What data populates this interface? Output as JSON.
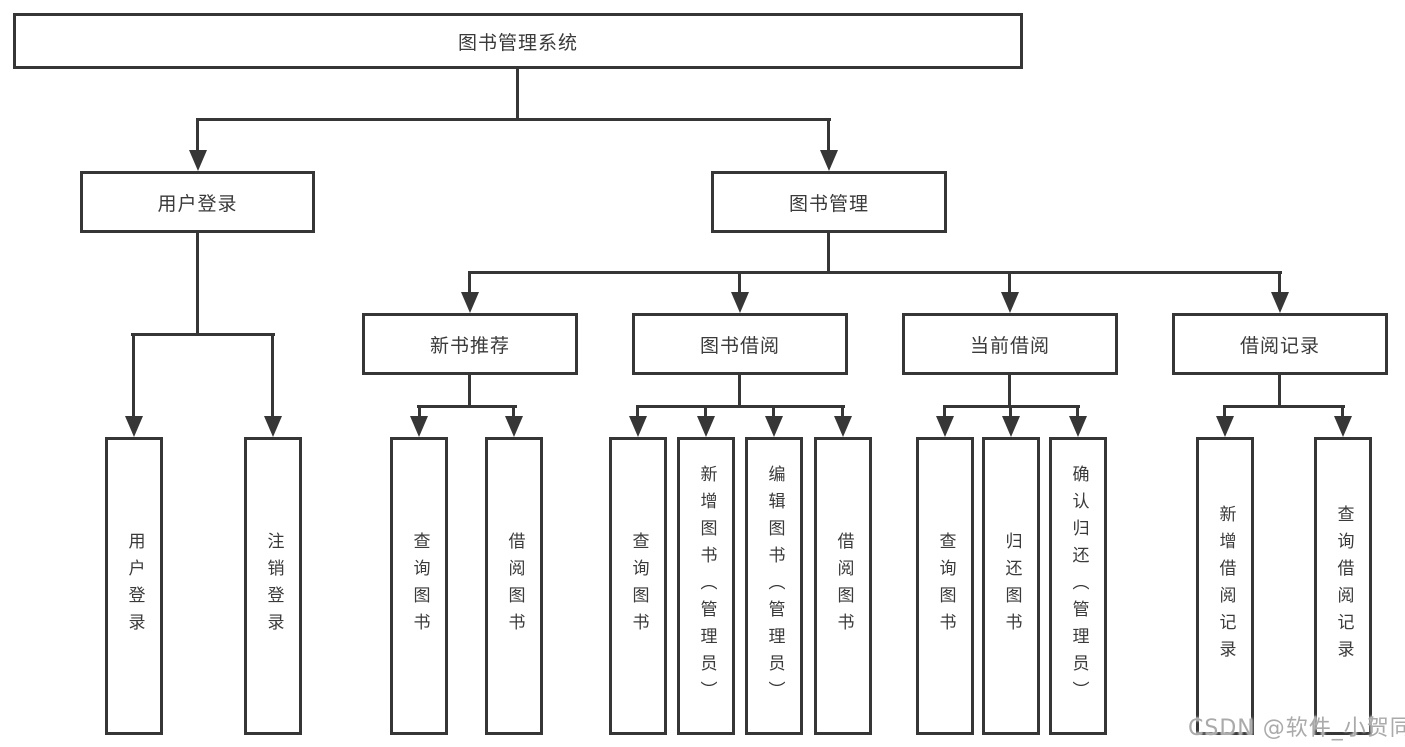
{
  "colors": {
    "line": "#363636",
    "text": "#3a3a3a",
    "box_background": "#ffffff",
    "watermark_gray": "#aaaaaa"
  },
  "watermark": {
    "text": "CSDN @软件_小贺同学"
  },
  "diagram": {
    "type": "tree",
    "root": {
      "label": "图书管理系统"
    },
    "branches": [
      {
        "label": "用户登录",
        "children": [
          {
            "label": "用户登录"
          },
          {
            "label": "注销登录"
          }
        ]
      },
      {
        "label": "图书管理",
        "children": [
          {
            "label": "新书推荐",
            "children": [
              {
                "label": "查询图书"
              },
              {
                "label": "借阅图书"
              }
            ]
          },
          {
            "label": "图书借阅",
            "children": [
              {
                "label": "查询图书"
              },
              {
                "label": "新增图书（管理员）"
              },
              {
                "label": "编辑图书（管理员）"
              },
              {
                "label": "借阅图书"
              }
            ]
          },
          {
            "label": "当前借阅",
            "children": [
              {
                "label": "查询图书"
              },
              {
                "label": "归还图书"
              },
              {
                "label": "确认归还（管理员）"
              }
            ]
          },
          {
            "label": "借阅记录",
            "children": [
              {
                "label": "新增借阅记录"
              },
              {
                "label": "查询借阅记录"
              }
            ]
          }
        ]
      }
    ]
  }
}
